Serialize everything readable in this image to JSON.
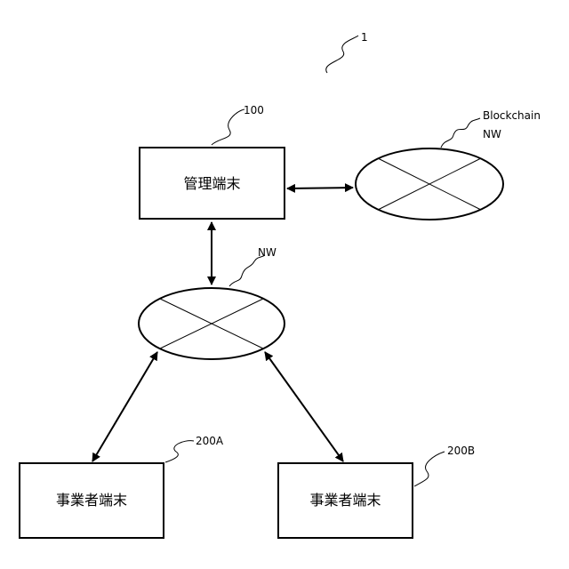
{
  "figure": {
    "ref_system": "1",
    "management_terminal": {
      "ref": "100",
      "label": "管理端末"
    },
    "blockchain_network": {
      "ref_line1": "Blockchain",
      "ref_line2": "NW"
    },
    "network": {
      "ref": "NW"
    },
    "business_terminal_a": {
      "ref": "200A",
      "label": "事業者端末"
    },
    "business_terminal_b": {
      "ref": "200B",
      "label": "事業者端末"
    }
  }
}
